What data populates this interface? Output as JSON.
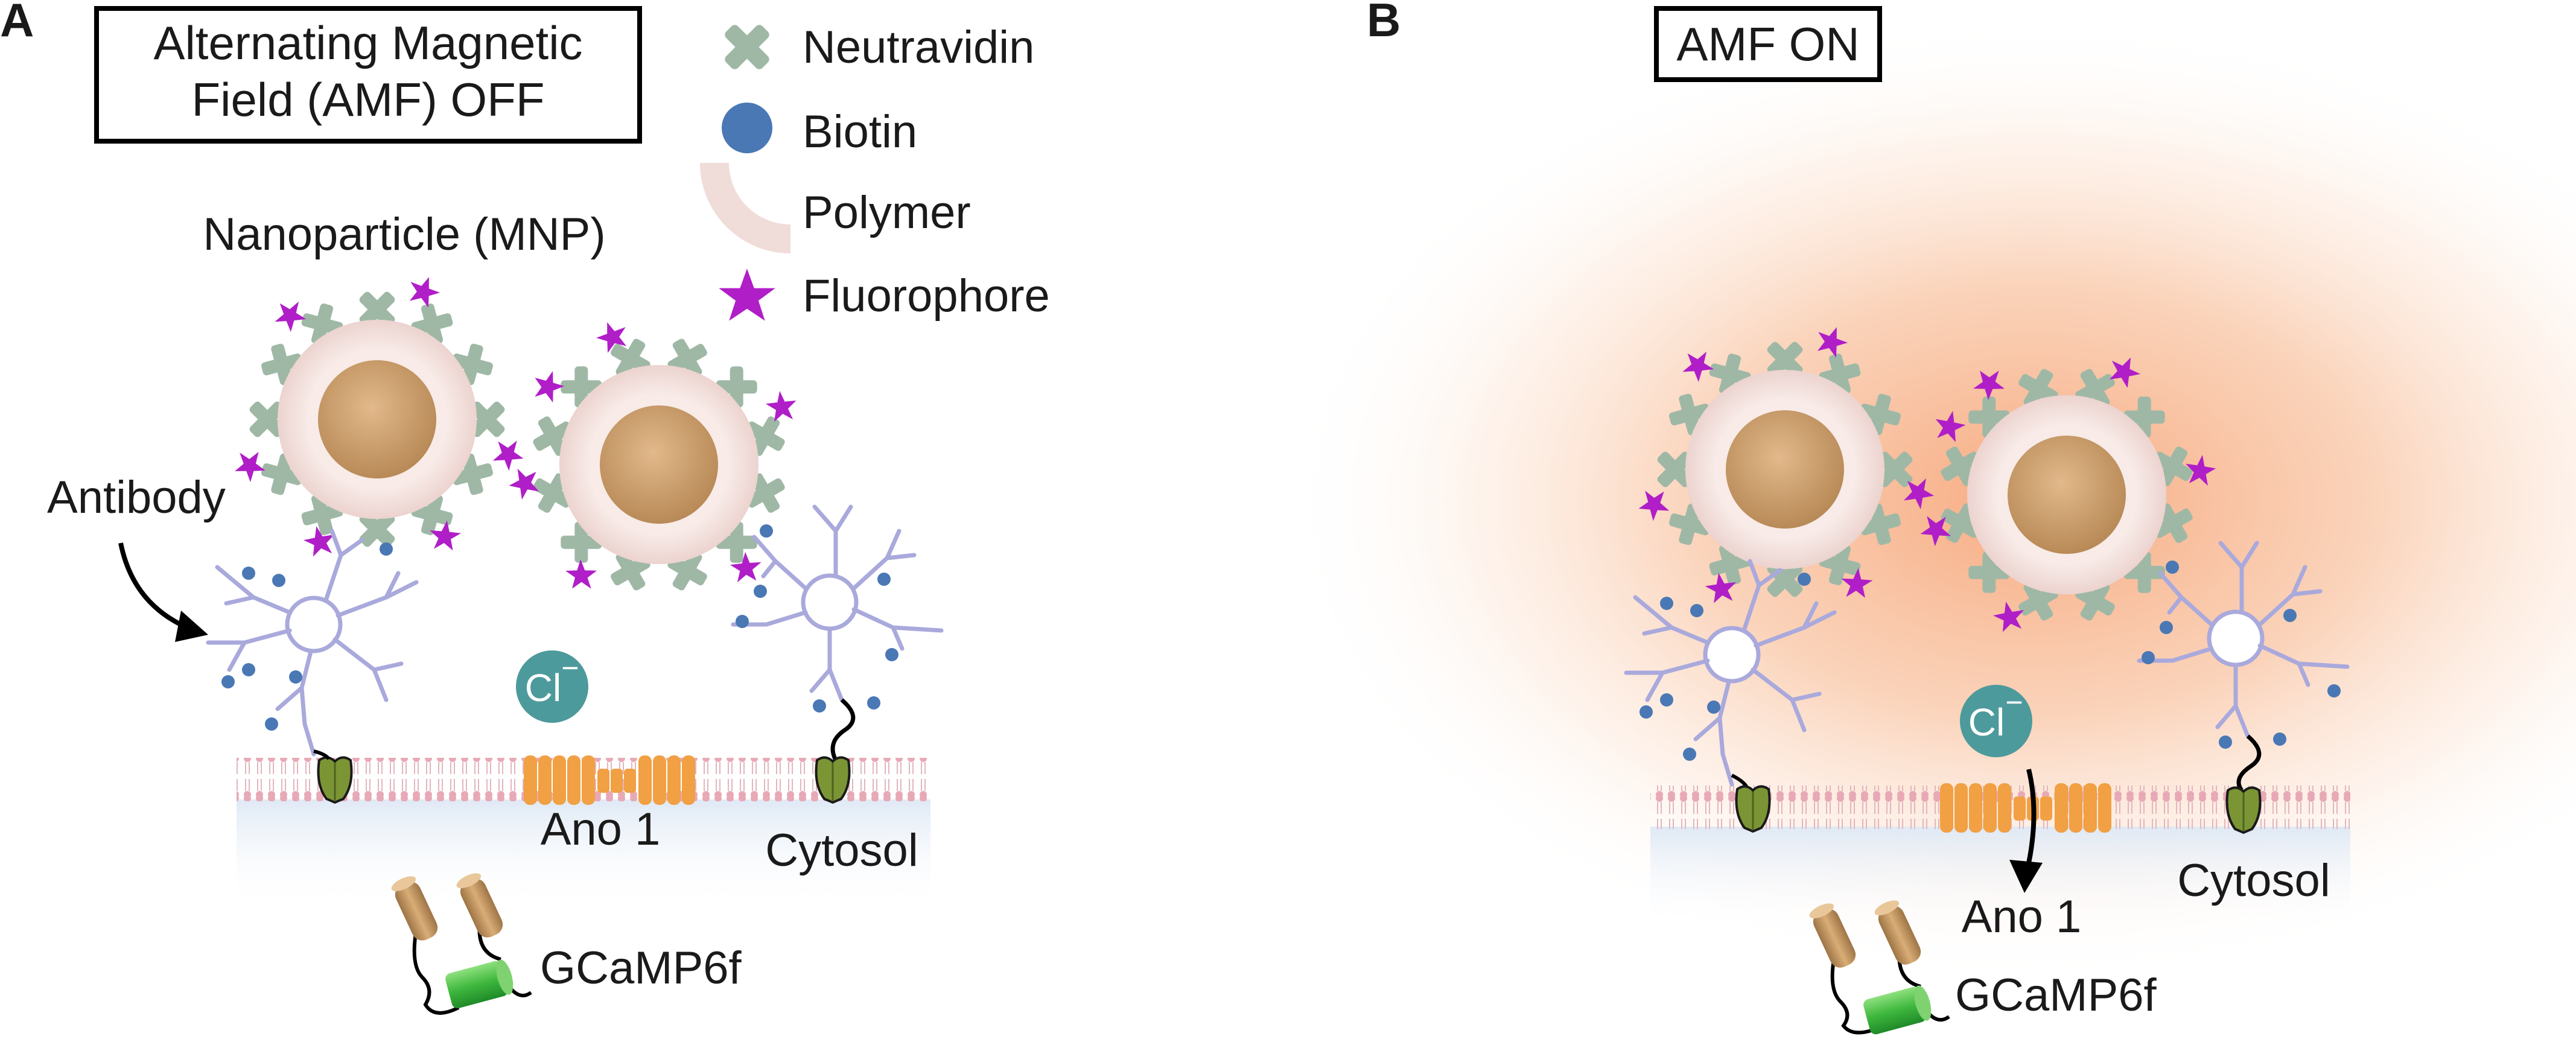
{
  "panel_a": {
    "letter": "A",
    "title_line1": "Alternating Magnetic",
    "title_line2": "Field (AMF) OFF",
    "nanoparticle_label": "Nanoparticle (MNP)",
    "antibody_label": "Antibody",
    "ion_label": "Cl",
    "ion_charge": "−",
    "channel_label": "Ano 1",
    "cytosol_label": "Cytosol",
    "sensor_label": "GCaMP6f"
  },
  "panel_b": {
    "letter": "B",
    "title": "AMF ON",
    "ion_label": "Cl",
    "ion_charge": "−",
    "channel_label": "Ano 1",
    "cytosol_label": "Cytosol",
    "sensor_label": "GCaMP6f"
  },
  "legend": {
    "items": [
      {
        "label": "Neutravidin",
        "icon": "cross-icon",
        "color": "#9fb8a6"
      },
      {
        "label": "Biotin",
        "icon": "dot-icon",
        "color": "#4a78b5"
      },
      {
        "label": "Polymer",
        "icon": "arc-icon",
        "color": "#f0dcd8"
      },
      {
        "label": "Fluorophore",
        "icon": "star-icon",
        "color": "#b01ec8"
      }
    ]
  },
  "colors": {
    "core": "#c89a66",
    "polymer": "#f6e6e3",
    "neutravidin": "#9fb8a6",
    "biotin": "#4a78b5",
    "fluorophore": "#b01ec8",
    "antibody": "#a9a9dc",
    "membrane_head": "#e8a9b6",
    "cytosol": "#e6eef7",
    "channel": "#f1a044",
    "ion": "#4d9a9c",
    "heat": "#f59b6a",
    "receptor": "#7b9535",
    "sensor_tube": "#c69a62",
    "sensor_barrel": "#3fb83e"
  }
}
